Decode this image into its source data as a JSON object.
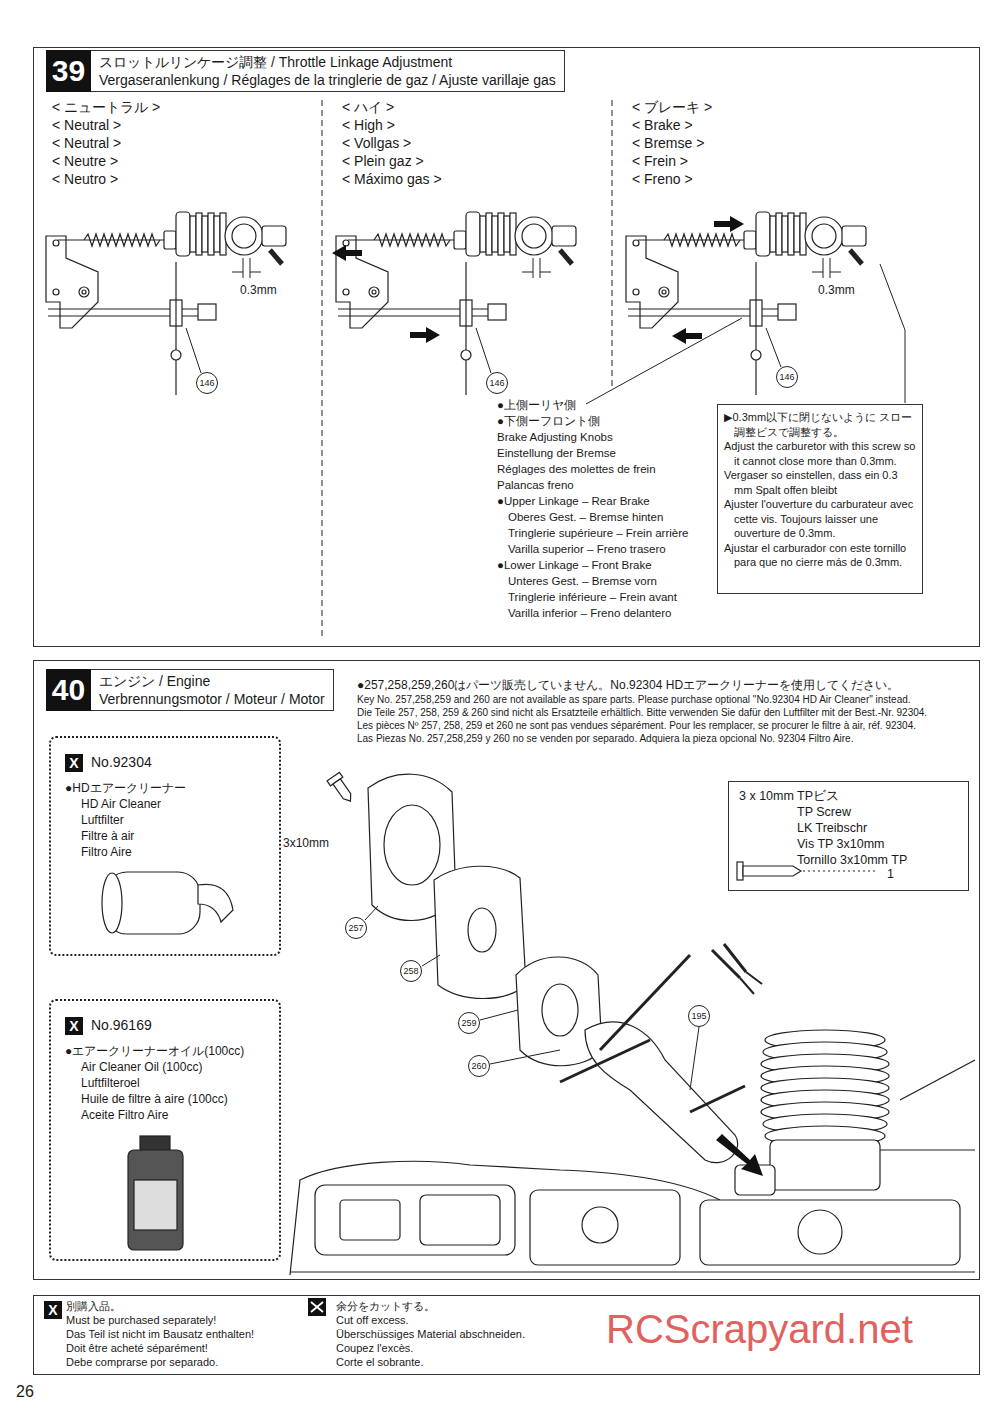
{
  "diagram": {
    "nodes": [
      {
        "text": [
          "39",
          "スロットルリンケージ調整 / Throttle Linkage Adjustment",
          "Vergaseranlenkung / Réglages de la tringlerie de gaz / Ajuste varillaje gas"
        ]
      },
      {
        "text": [
          "▶0.3mm以下に閉じないように スロー調整ビスで調整する。",
          "Adjust the carburetor with this screw so it cannot close more than 0.3mm.",
          "Vergaser so einstellen, dass ein 0.3 mm Spalt offen bleibt",
          "Ajuster l'ouverture du carburateur avec cette vis. Toujours laisser une ouverture de 0.3mm.",
          "Ajustar el carburador con este tornillo para que no cierre más de 0.3mm."
        ],
        "in": 0
      },
      {
        "text": [
          "40",
          "エンジン / Engine",
          "Verbrennungsmotor / Moteur / Motor"
        ]
      },
      {
        "text": [
          "X",
          "No.92304",
          "●HDエアークリーナー",
          "HD Air Cleaner",
          "Luftfilter",
          "Filtre à air",
          "Filtro Aire"
        ],
        "in": 2
      },
      {
        "text": [
          "X",
          "No.96169",
          "●エアークリーナーオイル(100cc)",
          "Air Cleaner Oil (100cc)",
          "Luftfilteroel",
          "Huile de filtre à aire (100cc)",
          "Aceite Filtro Aire"
        ],
        "in": 2
      },
      {
        "text": [
          "3 x 10mm TPビス",
          "TP Screw",
          "LK Treibschr",
          "Vis TP 3x10mm",
          "Tornillo 3x10mm TP",
          "1"
        ],
        "in": 2
      },
      {
        "text": [
          "X",
          "別購入品。",
          "Must be purchased separately!",
          "Das Teil ist nicht im Bausatz enthalten!",
          "Doit être acheté séparément!",
          "Debe comprarse por separado.",
          "余分をカットする。",
          "Cut off excess.",
          "Überschüssiges Material abschneiden.",
          "Coupez l'excès.",
          "Corte el sobrante."
        ]
      }
    ],
    "labels": [
      "< ニュートラル >",
      "< Neutral >",
      "< Neutral >",
      "< Neutre >",
      "< Neutro >",
      "< ハイ >",
      "< High >",
      "< Vollgas >",
      "< Plein gaz >",
      "< Máximo gas >",
      "< ブレーキ >",
      "< Brake >",
      "< Bremse >",
      "< Frein >",
      "< Freno >",
      "0.3mm",
      "0.3mm",
      "146",
      "146",
      "146",
      "●上側ーリヤ側",
      "●下側ーフロント側",
      "Brake Adjusting Knobs",
      "Einstellung der Bremse",
      "Réglages des molettes de frein",
      "Palancas freno",
      "●Upper Linkage – Rear Brake",
      "Oberes Gest. – Bremse hinten",
      "Tringlerie supérieure – Frein arrière",
      "Varilla superior – Freno trasero",
      "●Lower Linkage – Front Brake",
      "Unteres Gest. – Bremse vorn",
      "Tringlerie inférieure – Frein avant",
      "Varilla inferior – Freno delantero",
      "●257,258,259,260はパーツ販売していません。No.92304 HDエアークリーナーを使用してください。",
      "Key No. 257,258,259 and 260 are not available as spare parts. Please purchase optional \"No.92304 HD Air Cleaner\" instead.",
      "Die Teile 257, 258, 259 & 260 sind nicht als Ersatzteile erhältlich. Bitte verwenden Sie dafür den Luftfilter mit der Best.-Nr. 92304.",
      "Les pièces Nº 257, 258, 259 et 260 ne sont pas vendues séparément. Pour les remplacer, se procurer le filtre à air, réf. 92304.",
      "Las Piezas No. 257,258,259 y 260 no se venden por separado. Adquiera la pieza opcional No. 92304 Filtro Aire.",
      "3x10mm",
      "257",
      "258",
      "259",
      "260",
      "195",
      "26",
      "RCScrapyard.net"
    ]
  }
}
